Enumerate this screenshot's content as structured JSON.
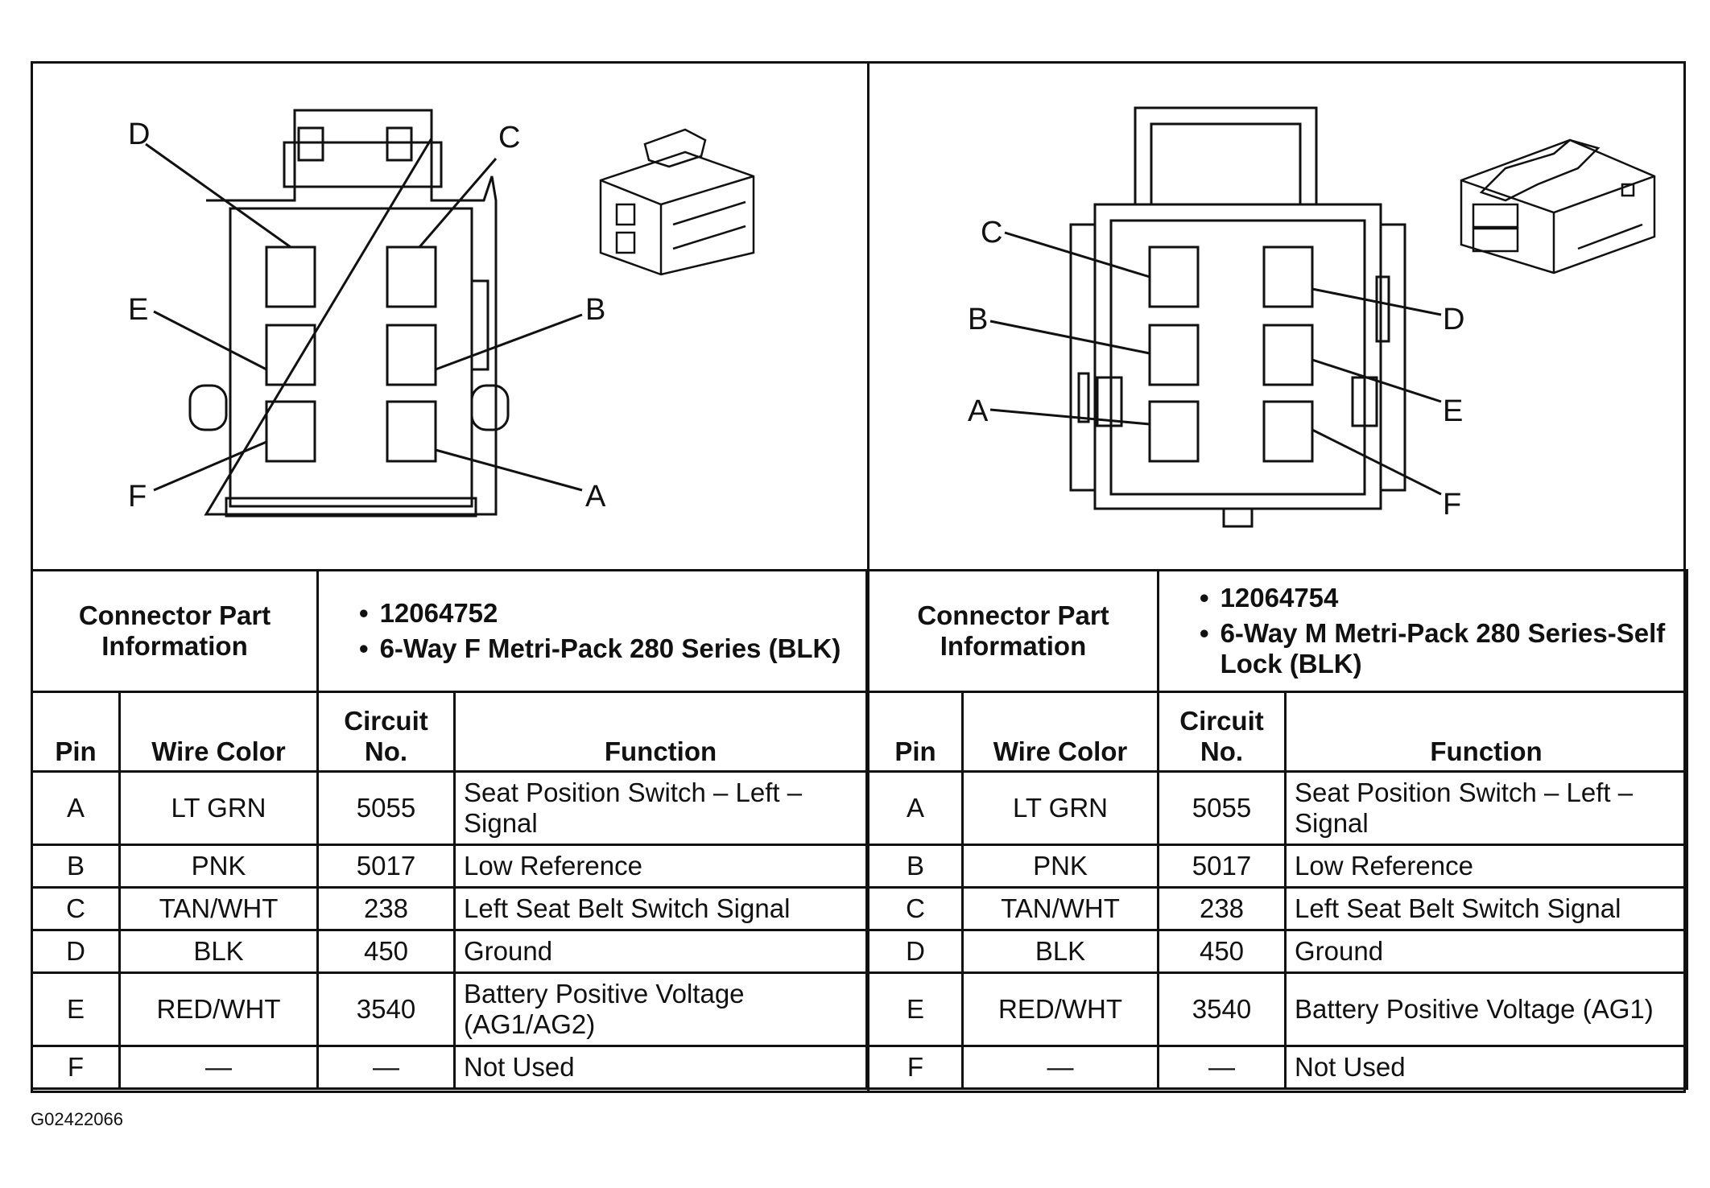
{
  "left": {
    "pin_labels": {
      "A": "A",
      "B": "B",
      "C": "C",
      "D": "D",
      "E": "E",
      "F": "F"
    },
    "info_label": "Connector Part Information",
    "part_lines": [
      "12064752",
      "6-Way F Metri-Pack 280 Series (BLK)"
    ],
    "headers": {
      "pin": "Pin",
      "wire": "Wire Color",
      "circuit": "Circuit No.",
      "function": "Function"
    },
    "rows": [
      {
        "pin": "A",
        "wire": "LT GRN",
        "circuit": "5055",
        "function": "Seat Position Switch – Left – Signal"
      },
      {
        "pin": "B",
        "wire": "PNK",
        "circuit": "5017",
        "function": "Low Reference"
      },
      {
        "pin": "C",
        "wire": "TAN/WHT",
        "circuit": "238",
        "function": "Left Seat Belt Switch Signal"
      },
      {
        "pin": "D",
        "wire": "BLK",
        "circuit": "450",
        "function": "Ground"
      },
      {
        "pin": "E",
        "wire": "RED/WHT",
        "circuit": "3540",
        "function": "Battery Positive Voltage (AG1/AG2)"
      },
      {
        "pin": "F",
        "wire": "—",
        "circuit": "—",
        "function": "Not Used"
      }
    ]
  },
  "right": {
    "pin_labels": {
      "A": "A",
      "B": "B",
      "C": "C",
      "D": "D",
      "E": "E",
      "F": "F"
    },
    "info_label": "Connector Part Information",
    "part_lines": [
      "12064754",
      "6-Way M Metri-Pack 280 Series-Self Lock (BLK)"
    ],
    "headers": {
      "pin": "Pin",
      "wire": "Wire Color",
      "circuit": "Circuit No.",
      "function": "Function"
    },
    "rows": [
      {
        "pin": "A",
        "wire": "LT GRN",
        "circuit": "5055",
        "function": "Seat Position Switch – Left – Signal"
      },
      {
        "pin": "B",
        "wire": "PNK",
        "circuit": "5017",
        "function": "Low Reference"
      },
      {
        "pin": "C",
        "wire": "TAN/WHT",
        "circuit": "238",
        "function": "Left Seat Belt Switch Signal"
      },
      {
        "pin": "D",
        "wire": "BLK",
        "circuit": "450",
        "function": "Ground"
      },
      {
        "pin": "E",
        "wire": "RED/WHT",
        "circuit": "3540",
        "function": "Battery Positive Voltage (AG1)"
      },
      {
        "pin": "F",
        "wire": "—",
        "circuit": "—",
        "function": "Not Used"
      }
    ]
  },
  "figure_id": "G02422066"
}
